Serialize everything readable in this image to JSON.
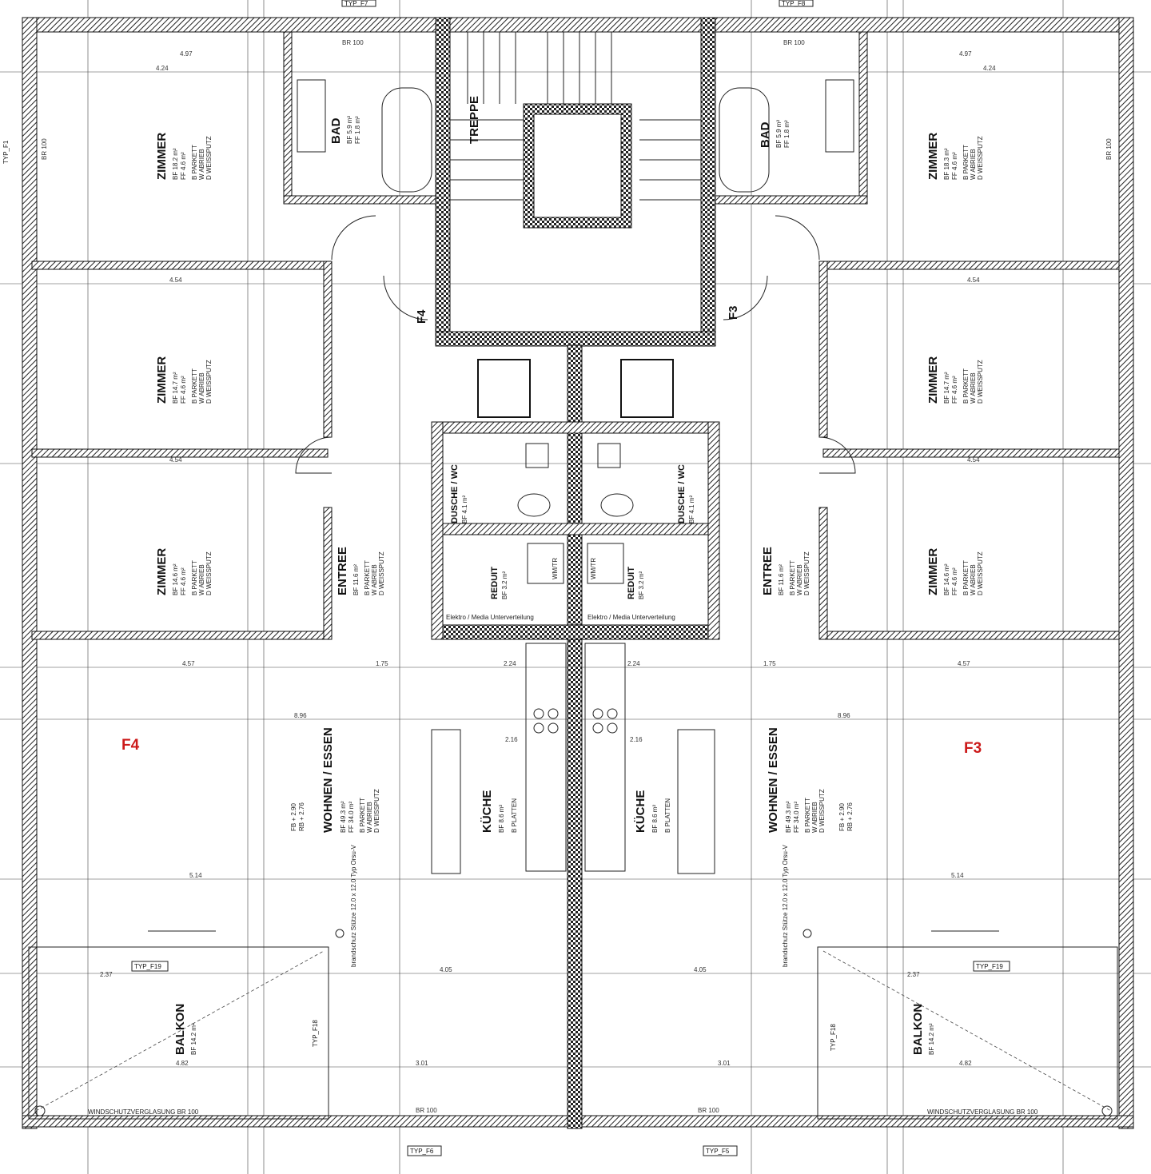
{
  "units": {
    "left": "F4",
    "right": "F3",
    "color": "#cc1a1a"
  },
  "rooms": {
    "zimmer1_l": {
      "name": "ZIMMER",
      "bf": "BF 18.2 m²",
      "ff": "FF 4.6 m²"
    },
    "zimmer2_l": {
      "name": "ZIMMER",
      "bf": "BF 14.7 m²",
      "ff": "FF 4.6 m²"
    },
    "zimmer3_l": {
      "name": "ZIMMER",
      "bf": "BF 14.6 m²",
      "ff": "FF 4.6 m²"
    },
    "zimmer1_r": {
      "name": "ZIMMER",
      "bf": "BF 18.3 m²",
      "ff": "FF 4.6 m²"
    },
    "zimmer2_r": {
      "name": "ZIMMER",
      "bf": "BF 14.7 m²",
      "ff": "FF 4.6 m²"
    },
    "zimmer3_r": {
      "name": "ZIMMER",
      "bf": "BF 14.6 m²",
      "ff": "FF 4.6 m²"
    },
    "bad": {
      "name": "BAD",
      "bf": "BF 5.9 m²",
      "ff": "FF 1.8 m²"
    },
    "treppe": {
      "name": "TREPPE"
    },
    "entree": {
      "name": "ENTREE",
      "bf": "BF 11.6 m²"
    },
    "dusche": {
      "name": "DUSCHE / WC",
      "bf": "BF 4.1 m²"
    },
    "reduit": {
      "name": "REDUIT",
      "bf": "BF 3.2 m²"
    },
    "wohnen": {
      "name": "WOHNEN / ESSEN",
      "bf": "BF 49.3 m²",
      "ff": "FF 34.0 m²"
    },
    "kueche": {
      "name": "KÜCHE",
      "bf": "BF 8.6 m²",
      "finish": "B PLATTEN"
    },
    "balkon": {
      "name": "BALKON",
      "bf": "BF 14.2 m²"
    }
  },
  "finishes": {
    "b": "B PARKETT",
    "w": "W ABRIEB",
    "d": "D WEISSPUTZ"
  },
  "labels": {
    "wm": "WM/TR",
    "elektro": "Elektro / Media Unterverteilung",
    "verglasung": "WINDSCHUTZVERGLASUNG BR 100",
    "stuetze": "brandschutz Stütze 12.0 x 12.0 Typ Orsu-V",
    "br": "BR 100",
    "fb": "FB + 2.90",
    "rb": "RB + 2.76"
  },
  "types": [
    "TYP_F1",
    "TYP_F6",
    "TYP_F5",
    "TYP_F7",
    "TYP_F8",
    "TYP_F19",
    "TYP_F18"
  ],
  "dims": {
    "d497": "4.97",
    "d424": "4.24",
    "d454": "4.54",
    "d457": "4.57",
    "d175": "1.75",
    "d896": "8.96",
    "d514": "5.14",
    "d405": "4.05",
    "d482": "4.82",
    "d237": "2.37",
    "d224": "2.24",
    "d216": "2.16",
    "d301": "3.01"
  }
}
